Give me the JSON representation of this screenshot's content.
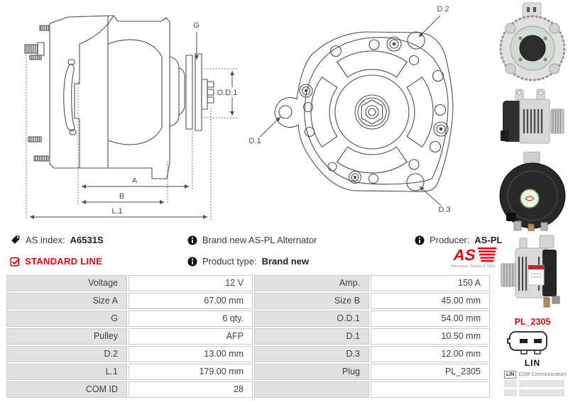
{
  "header": {
    "as_index_label": "AS index:",
    "as_index_value": "A6531S",
    "standard_line_label": "STANDARD LINE",
    "description": "Brand new AS-PL Alternator",
    "product_type_label": "Product type:",
    "product_type_value": "Brand new",
    "producer_label": "Producer:",
    "producer_value": "AS-PL",
    "logo_text": "AS",
    "logo_tagline": "Alternators, Starters & Parts"
  },
  "drawings": {
    "side_view_labels": {
      "g": "G",
      "od1": "O.D.1",
      "a": "A",
      "b": "B",
      "l1": "L.1"
    },
    "front_view_labels": {
      "d1": "D.1",
      "d2": "D.2",
      "d3": "D.3"
    }
  },
  "specs": {
    "rows": [
      [
        "Voltage",
        "12 V",
        "Amp.",
        "150 A"
      ],
      [
        "Size A",
        "67.00 mm",
        "Size B",
        "45.00 mm"
      ],
      [
        "G",
        "6 qty.",
        "O.D.1",
        "54.00 mm"
      ],
      [
        "Pulley",
        "AFP",
        "D.1",
        "10.50 mm"
      ],
      [
        "D.2",
        "13.00 mm",
        "D.3",
        "12.00 mm"
      ],
      [
        "L.1",
        "179.00 mm",
        "Plug",
        "PL_2305"
      ],
      [
        "COM ID",
        "28",
        "",
        ""
      ]
    ]
  },
  "plug": {
    "name": "PL_2305",
    "pin_label": "LIN",
    "legend_key": "LIN",
    "legend_desc": "COM Communication"
  },
  "colors": {
    "accent_red": "#e30613",
    "table_label_bg": "#e1e1e1",
    "table_border": "#cbcbcb",
    "drawing_line": "#4d4d4d"
  }
}
